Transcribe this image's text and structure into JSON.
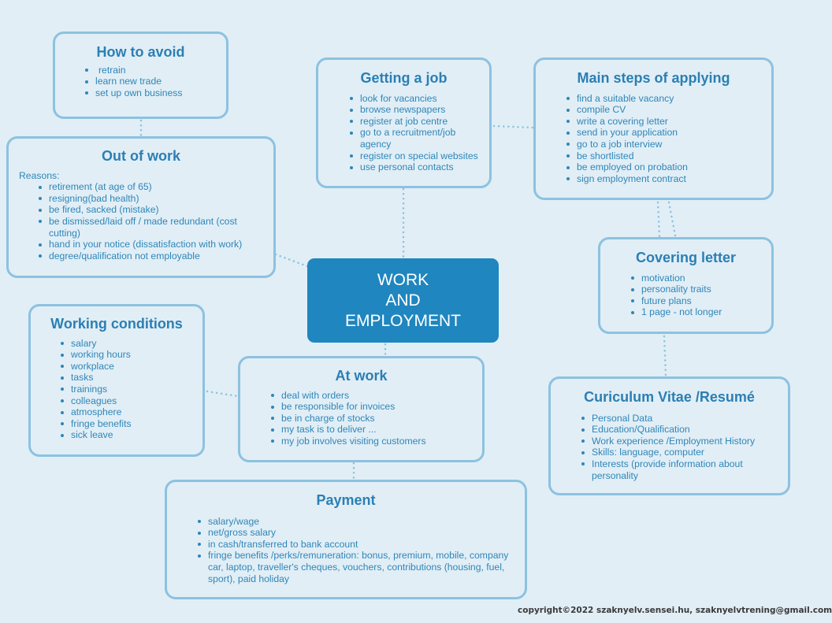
{
  "center_title": [
    "WORK",
    "AND",
    "EMPLOYMENT"
  ],
  "boxes": {
    "how_to_avoid": {
      "title": "How to avoid",
      "items": [
        "retrain",
        "learn new trade",
        "set up own business"
      ]
    },
    "out_of_work": {
      "title": "Out of work",
      "reasons_label": "Reasons:",
      "items": [
        "retirement (at age of 65)",
        "resigning(bad health)",
        "be fired, sacked (mistake)",
        "be dismissed/laid off / made redundant (cost cutting)",
        "hand in your notice (dissatisfaction with work)",
        "degree/qualification not employable"
      ]
    },
    "getting_a_job": {
      "title": "Getting a job",
      "items": [
        "look for vacancies",
        "browse newspapers",
        "register at job centre",
        "go to a recruitment/job agency",
        "register on special websites",
        "use personal contacts"
      ]
    },
    "main_steps": {
      "title": "Main steps of applying",
      "items": [
        "find a suitable vacancy",
        "compile CV",
        "write a covering letter",
        "send in your application",
        "go to a job interview",
        "be shortlisted",
        "be employed on probation",
        "sign employment contract"
      ]
    },
    "covering_letter": {
      "title": "Covering letter",
      "items": [
        "motivation",
        "personality traits",
        "future plans",
        "1 page - not longer"
      ]
    },
    "working_conditions": {
      "title": "Working conditions",
      "items": [
        "salary",
        "working hours",
        "workplace",
        "tasks",
        "trainings",
        "colleagues",
        "atmosphere",
        "fringe benefits",
        "sick leave"
      ]
    },
    "at_work": {
      "title": "At work",
      "items": [
        "deal with orders",
        "be responsible for invoices",
        "be in charge of stocks",
        "my task is to deliver ...",
        "my job involves visiting customers"
      ]
    },
    "cv": {
      "title": "Curiculum Vitae /Resumé",
      "items": [
        "Personal Data",
        "Education/Qualification",
        "Work experience /Employment History",
        "Skills: language, computer",
        "Interests (provide information about personality"
      ]
    },
    "payment": {
      "title": "Payment",
      "items": [
        "salary/wage",
        "net/gross salary",
        "in cash/transferred to bank account",
        "fringe benefits /perks/remuneration: bonus, premium, mobile, company car, laptop, traveller's cheques, vouchers, contributions (housing, fuel, sport), paid holiday"
      ]
    }
  },
  "footer": "copyright©2022 szaknyelv.sensei.hu, szaknyelvtrening@gmail.com",
  "colors": {
    "background": "#e1eef6",
    "box_border": "#8cc2e0",
    "text": "#2f86b8",
    "center_fill": "#1f86bf",
    "connector": "#8cc2e0"
  }
}
